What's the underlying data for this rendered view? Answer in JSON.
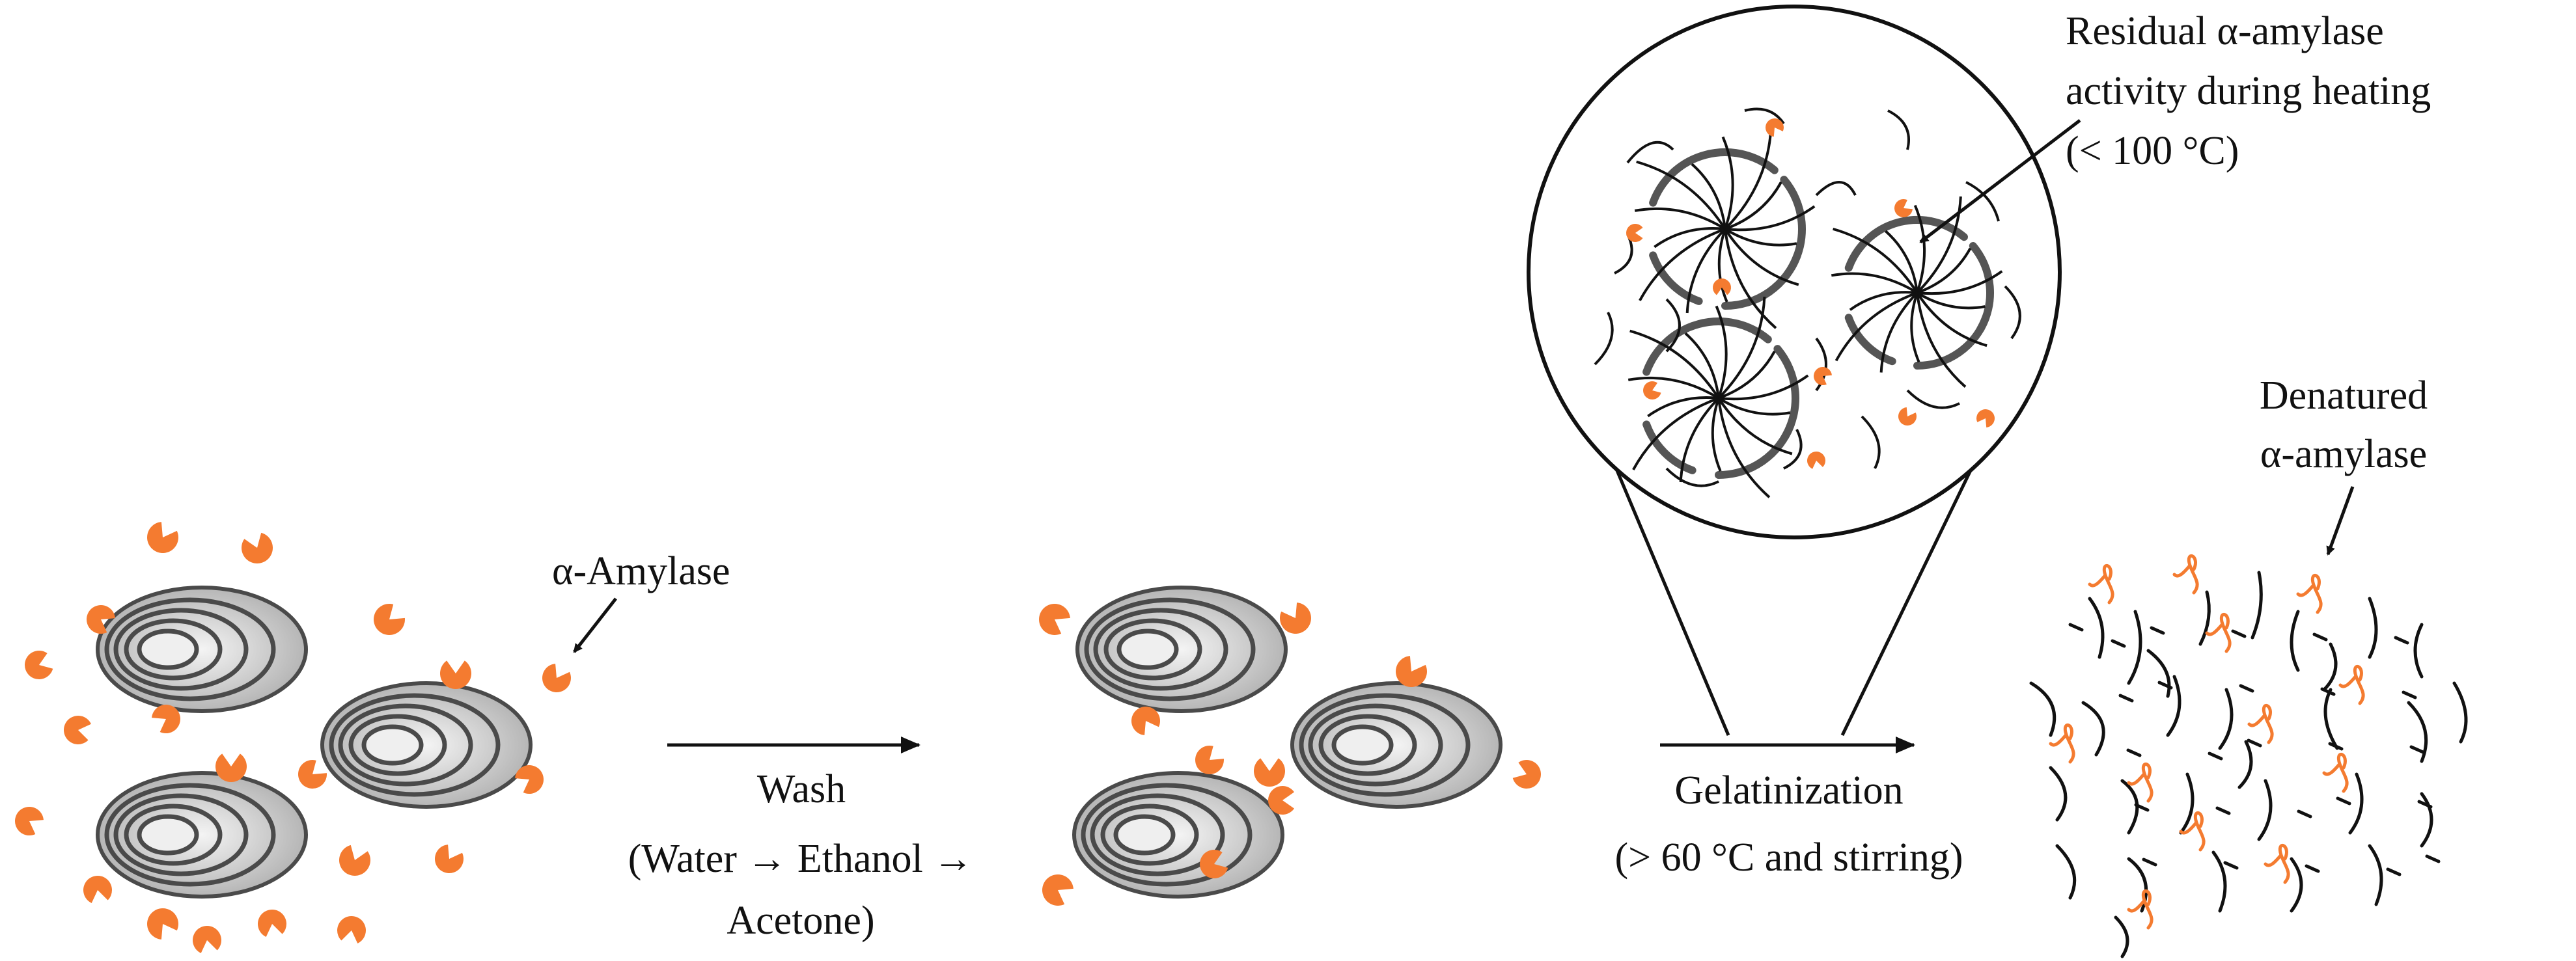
{
  "labels": {
    "amylase_label": "α-Amylase",
    "wash_title": "Wash",
    "wash_detail_line1": "(Water → Ethanol →",
    "wash_detail_line2": "Acetone)",
    "gel_title": "Gelatinization",
    "gel_detail": "(> 60 °C and stirring)",
    "residual_line1": "Residual α-amylase",
    "residual_line2": "activity during heating",
    "residual_line3": "(< 100 °C)",
    "denatured_line1": "Denatured",
    "denatured_line2": "α-amylase"
  },
  "colors": {
    "enzyme": "#f47b30",
    "granule_outer": "#bdbdbd",
    "granule_inner": "#f2f2f2",
    "granule_ring": "#4a4a4a",
    "chain": "#111111",
    "arc": "#555555",
    "denatured_glyph": "#f47b30"
  },
  "icons": {
    "enzyme": "pacman-enzyme-icon",
    "granule": "starch-granule-icon"
  }
}
